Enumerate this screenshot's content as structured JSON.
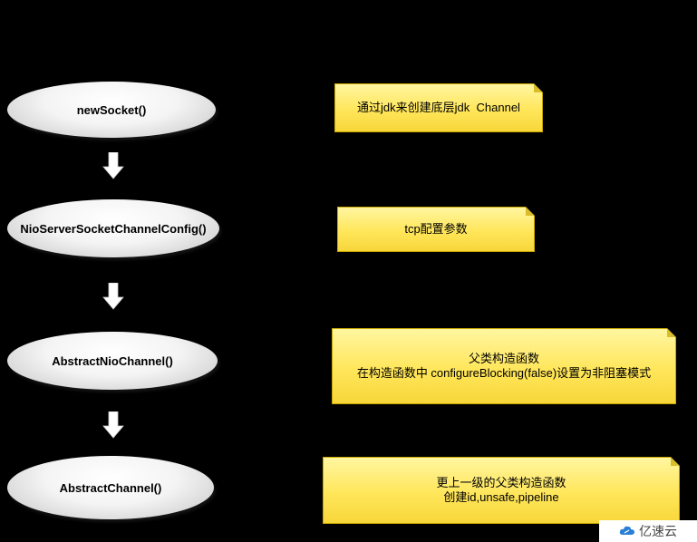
{
  "flow": {
    "steps": [
      {
        "label": "newSocket()"
      },
      {
        "label": "NioServerSocketChannelConfig()"
      },
      {
        "label": "AbstractNioChannel()"
      },
      {
        "label": "AbstractChannel()"
      }
    ]
  },
  "notes": [
    {
      "lines": [
        "通过jdk来创建底层jdk  Channel"
      ]
    },
    {
      "lines": [
        "tcp配置参数"
      ]
    },
    {
      "lines": [
        "父类构造函数",
        "在构造函数中 configureBlocking(false)设置为非阻塞模式"
      ]
    },
    {
      "lines": [
        "更上一级的父类构造函数",
        "创建id,unsafe,pipeline"
      ]
    }
  ],
  "watermark": {
    "text": "亿速云"
  },
  "colors": {
    "background": "#000000",
    "note_fill": "#ffe65a",
    "ellipse_fill": "#f4f4f4",
    "arrow_fill": "#ffffff"
  }
}
